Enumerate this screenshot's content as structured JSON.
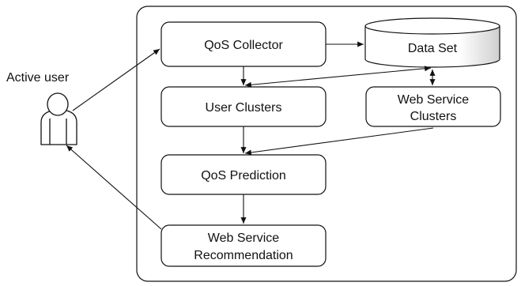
{
  "actor": {
    "label": "Active user",
    "icon": "user-icon"
  },
  "nodes": {
    "qos_collector": "QoS Collector",
    "data_set": "Data Set",
    "user_clusters": "User Clusters",
    "web_service_clusters": [
      "Web Service",
      "Clusters"
    ],
    "qos_prediction": "QoS Prediction",
    "web_service_recommendation": [
      "Web Service",
      "Recommendation"
    ]
  },
  "colors": {
    "stroke": "#111111",
    "box_fill": "#ffffff",
    "cylinder_shade": "#d9d9d9"
  }
}
